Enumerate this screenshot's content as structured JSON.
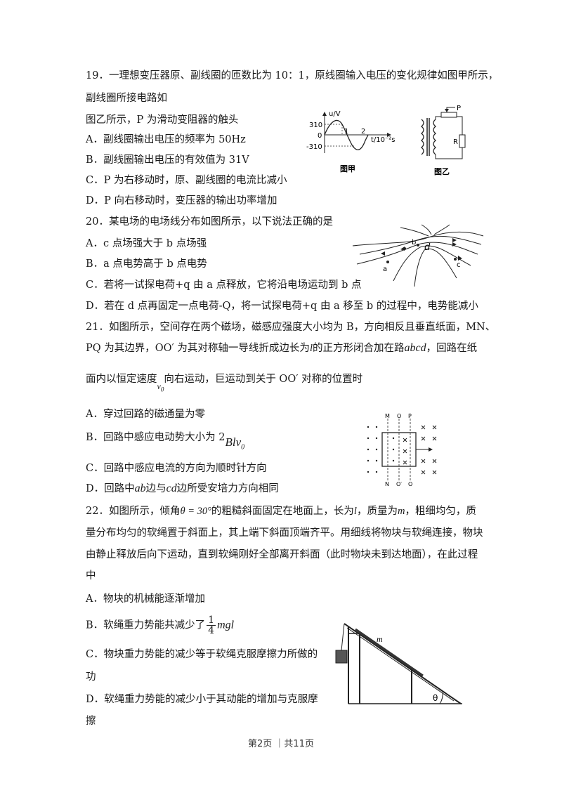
{
  "q19": {
    "stem1": "19．一理想变压器原、副线圈的匝数比为 10：1，原线圈输入电压的变化规律如图甲所示，",
    "stem2": "副线圈所接电路如",
    "stem3": "图乙所示，P 为滑动变阻器的触头",
    "a": "A．副线圈输出电压的频率为 50Hz",
    "b": "B．副线圈输出电压的有效值为 31V",
    "c": "C．P 为右移动时，原、副线圈的电流比减小",
    "d": "D．P 向右移动时，变压器的输出功率增加",
    "fig1": {
      "caption": "图甲",
      "yaxis": "u/V",
      "ytop": "310",
      "yzero": "0",
      "ybottom": "-310",
      "xtick1": "1",
      "xtick2": "2",
      "xaxis": "t/10⁻²s"
    },
    "fig2": {
      "caption": "图乙",
      "p_label": "P",
      "r_label": "R"
    }
  },
  "q20": {
    "stem": "20．某电场的电场线分布如图所示，以下说法正确的是",
    "a": "A．c 点场强大于 b 点场强",
    "b": "B．a 点电势高于 b 点电势",
    "c": "C．若将一试探电荷+q 由 a 点释放，它将沿电场运动到 b 点",
    "d": "D．若在 d 点再固定一点电荷-Q，将一试探电荷+q 由 a 移至 b 的过程中，电势能减小",
    "fig": {
      "a": "a",
      "b": "b",
      "c": "c",
      "d": "d"
    }
  },
  "q21": {
    "stem1": "21．如图所示，空间存在两个磁场，磁感应强度大小均为 B，方向相反且垂直纸面，MN、",
    "stem2a": "PQ 为其边界，OO′ 为其对称轴一导线折成边长为",
    "stem2var": "l",
    "stem2b": "的正方形闭合加在路",
    "stem2var2": "abcd",
    "stem2c": "，回路在纸",
    "stem3a": "面内以恒定速度",
    "stem3var": "v",
    "stem3sub": "0",
    "stem3b": "向右运动，巨运动到关于 OO′ 对称的位置时",
    "a": "A．穿过回路的磁通量为零",
    "b_pre": "B．回路中感应电动势大小为 2",
    "b_var": "Blv",
    "b_sub": "0",
    "c": "C．回路中感应电流的方向为顺时针方向",
    "d_pre": "D．回路中",
    "d_v1": "ab",
    "d_mid": "边与",
    "d_v2": "cd",
    "d_post": "边所受安培力方向相同",
    "fig": {
      "m": "M",
      "o": "O",
      "p": "P",
      "n": "N",
      "o2": "O′",
      "q": "Q"
    }
  },
  "q22": {
    "stem1a": "22．如图所示，倾角",
    "stem1var": "θ = 30°",
    "stem1b": "的粗糙斜面固定在地面上，长为",
    "stem1l": "l",
    "stem1c": "，质量为",
    "stem1m": "m",
    "stem1d": "，粗细均匀，质",
    "stem2": "量分布均匀的软绳置于斜面上，其上端下斜面顶端齐平。用细线将物块与软绳连接，物块",
    "stem3": "由静止释放后向下运动，直到软绳刚好全部离开斜面（此时物块未到达地面），在此过程",
    "stem4": "中",
    "a": "A．物块的机械能逐渐增加",
    "b_pre": "B．软绳重力势能共减少了",
    "b_num": "1",
    "b_den": "4",
    "b_post": "mgl",
    "c1": "C．物块重力势能的减少等于软绳克服摩擦力所做的",
    "c2": "功",
    "d1": "D．软绳重力势能的减少小于其动能的增加与克服摩",
    "d2": "擦",
    "fig": {
      "m": "m",
      "theta": "θ"
    }
  },
  "footer": "第2页 ｜共11页"
}
